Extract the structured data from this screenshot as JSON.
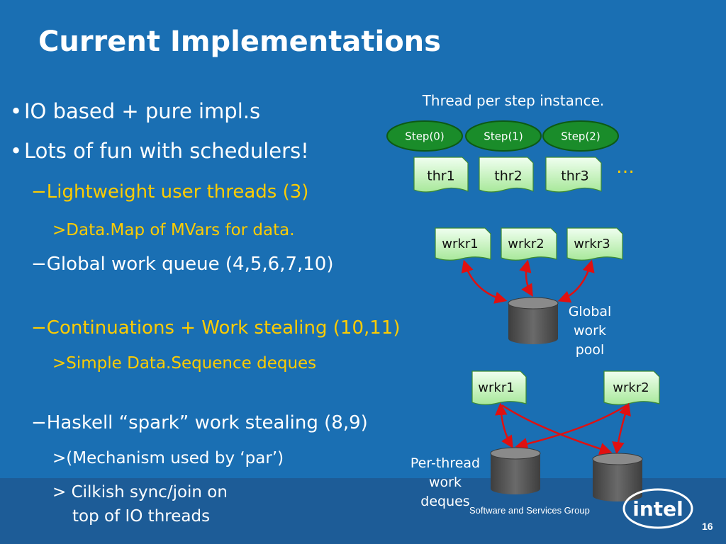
{
  "slide": {
    "title": "Current Implementations",
    "page_number": "16",
    "footer_text": "Software and Services Group",
    "logo_text": "intel"
  },
  "bullets": [
    {
      "text": "IO based + pure impl.s"
    },
    {
      "text": "Lots of fun with schedulers!"
    },
    {
      "text": "−Lightweight user threads (3)"
    },
    {
      "text": ">Data.Map of MVars for data."
    },
    {
      "text": "−Global work queue (4,5,6,7,10)"
    },
    {
      "text": "−Continuations + Work stealing (10,11)"
    },
    {
      "text": ">Simple Data.Sequence deques"
    },
    {
      "text": "−Haskell “spark” work stealing (8,9)"
    },
    {
      "text": ">(Mechanism used by ‘par’)"
    },
    {
      "text": "> Cilkish sync/join on"
    },
    {
      "text": "top of IO threads"
    }
  ],
  "diagram": {
    "caption": "Thread per step instance.",
    "steps": [
      "Step(0)",
      "Step(1)",
      "Step(2)"
    ],
    "threads": [
      "thr1",
      "thr2",
      "thr3"
    ],
    "ellipsis": "…",
    "global_workers": [
      "wrkr1",
      "wrkr2",
      "wrkr3"
    ],
    "global_pool_label": [
      "Global",
      "work",
      "pool"
    ],
    "per_thread_workers": [
      "wrkr1",
      "wrkr2"
    ],
    "per_thread_label": [
      "Per-thread",
      "work",
      "deques"
    ]
  },
  "colors": {
    "background": "#1a6fb3",
    "footer_band": "#1d5c97",
    "highlight_text": "#ffcc00",
    "step_fill": "#1a8c2a",
    "note_fill": "#d4f5c4",
    "arrow": "#e01010",
    "cylinder": "#5a5a5a"
  }
}
